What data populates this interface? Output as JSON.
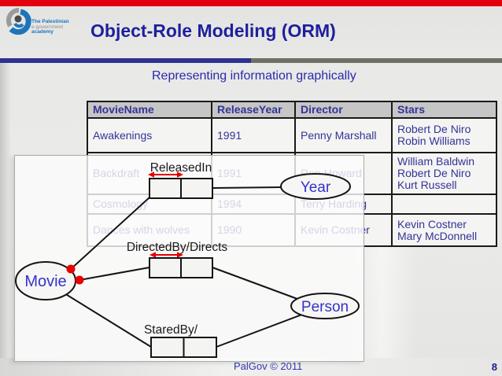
{
  "header": {
    "logo": {
      "org_line1": "The Palestinian",
      "org_line2": "e-government",
      "org_line3": "academy"
    },
    "title": "Object-Role Modeling (ORM)"
  },
  "subtitle": "Representing information graphically",
  "table": {
    "headers": [
      "MovieName",
      "ReleaseYear",
      "Director",
      "Stars"
    ],
    "rows": [
      [
        "Awakenings",
        "1991",
        "Penny Marshall",
        "Robert De Niro\nRobin Williams"
      ],
      [
        "Backdraft",
        "1991",
        "Ron Howard",
        "William Baldwin\nRobert De Niro\nKurt Russell"
      ],
      [
        "Cosmology",
        "1994",
        "Terry Harding",
        ""
      ],
      [
        "Dances with wolves",
        "1990",
        "Kevin Costner",
        "Kevin Costner\nMary McDonnell"
      ]
    ]
  },
  "diagram": {
    "entities": [
      {
        "id": "movie",
        "label": "Movie"
      },
      {
        "id": "year",
        "label": "Year"
      },
      {
        "id": "person",
        "label": "Person"
      }
    ],
    "fact_types": [
      {
        "id": "released-in",
        "label": "ReleasedIn"
      },
      {
        "id": "directed-by",
        "label": "DirectedBy/Directs"
      },
      {
        "id": "stared-by",
        "label": "StaredBy/"
      }
    ]
  },
  "footer": {
    "copyright": "PalGov © 2011",
    "page_number": "8"
  },
  "colors": {
    "top_bar_red": "#e3000f",
    "title_blue": "#1f1f9c",
    "subtitle_blue": "#2a2aae",
    "divider_blue": "#2e3192",
    "divider_gray": "#6f6f66",
    "table_text_blue": "#333399",
    "diagram_entity_blue": "#3333cc",
    "accent_red": "#e60000",
    "footer_blue": "#3333b2"
  }
}
